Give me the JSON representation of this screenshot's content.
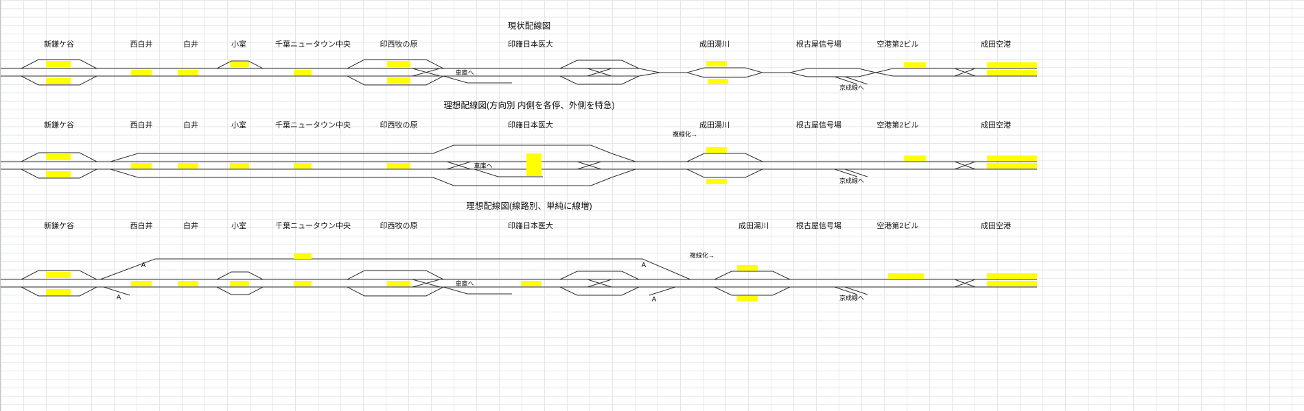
{
  "titles": {
    "current": "現状配線図",
    "ideal_directional": "理想配線図(方向別 内側を各停、外側を特急)",
    "ideal_by_track": "理想配線図(線路別、単純に線増)"
  },
  "stations": [
    "新鎌ケ谷",
    "西白井",
    "白井",
    "小室",
    "千葉ニュータウン中央",
    "印西牧の原",
    "印旛日本医大",
    "成田湯川",
    "根古屋信号場",
    "空港第2ビル",
    "成田空港"
  ],
  "labels": {
    "to_depot": "車庫へ",
    "to_keisei": "京成線へ",
    "double_tracking": "複線化→",
    "connection_point": "A"
  },
  "colors": {
    "platform": "#ffff00",
    "track": "#2b2b2b",
    "grid": "#e4e7e8",
    "background": "#ffffff"
  }
}
